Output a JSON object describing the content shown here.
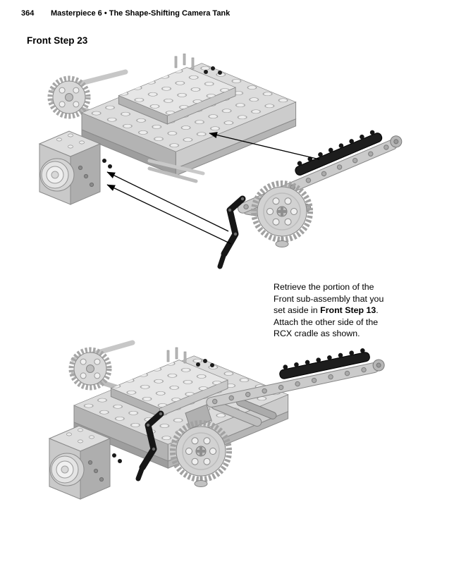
{
  "page": {
    "number": "364",
    "running_title": "Masterpiece 6 • The Shape-Shifting Camera Tank"
  },
  "step": {
    "title": "Front Step 23"
  },
  "instruction": {
    "line1": "Retrieve the portion of the",
    "line2": "Front sub-assembly that you",
    "line3_pre": "set aside in ",
    "line3_bold": "Front Step 13",
    "line3_post": ".",
    "line4": "Attach the other side of the",
    "line5": "RCX cradle as shown."
  }
}
